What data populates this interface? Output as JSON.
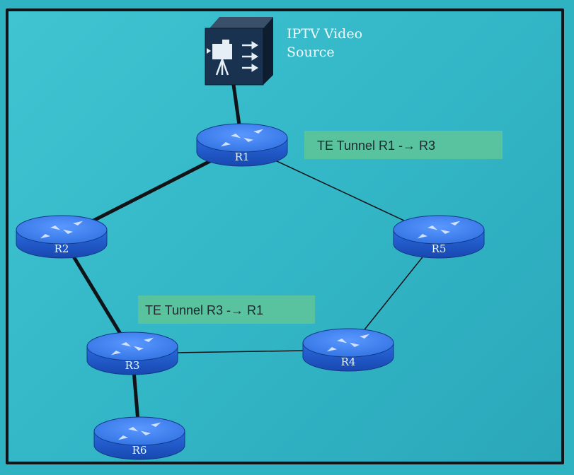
{
  "source": {
    "label_line1": "IPTV Video",
    "label_line2": "Source",
    "icon": "video-camera-icon"
  },
  "routers": [
    {
      "id": "R1",
      "label": "R1"
    },
    {
      "id": "R2",
      "label": "R2"
    },
    {
      "id": "R3",
      "label": "R3"
    },
    {
      "id": "R4",
      "label": "R4"
    },
    {
      "id": "R5",
      "label": "R5"
    },
    {
      "id": "R6",
      "label": "R6"
    }
  ],
  "tunnels": {
    "forward": "TE Tunnel R1 -→ R3",
    "reverse": "TE Tunnel R3 -→ R1"
  },
  "links": [
    {
      "from": "SRC",
      "to": "R1",
      "style": "thick"
    },
    {
      "from": "R1",
      "to": "R2",
      "style": "thick"
    },
    {
      "from": "R2",
      "to": "R3",
      "style": "thick"
    },
    {
      "from": "R3",
      "to": "R6",
      "style": "thick"
    },
    {
      "from": "R1",
      "to": "R5",
      "style": "thin"
    },
    {
      "from": "R5",
      "to": "R4",
      "style": "thin"
    },
    {
      "from": "R4",
      "to": "R3",
      "style": "thin"
    }
  ],
  "colors": {
    "background": "#2fb3c2",
    "router_body": "#1f5fd0",
    "router_top": "#3d7ff0",
    "tunnel_box": "#5cc39a",
    "line": "#101418"
  }
}
